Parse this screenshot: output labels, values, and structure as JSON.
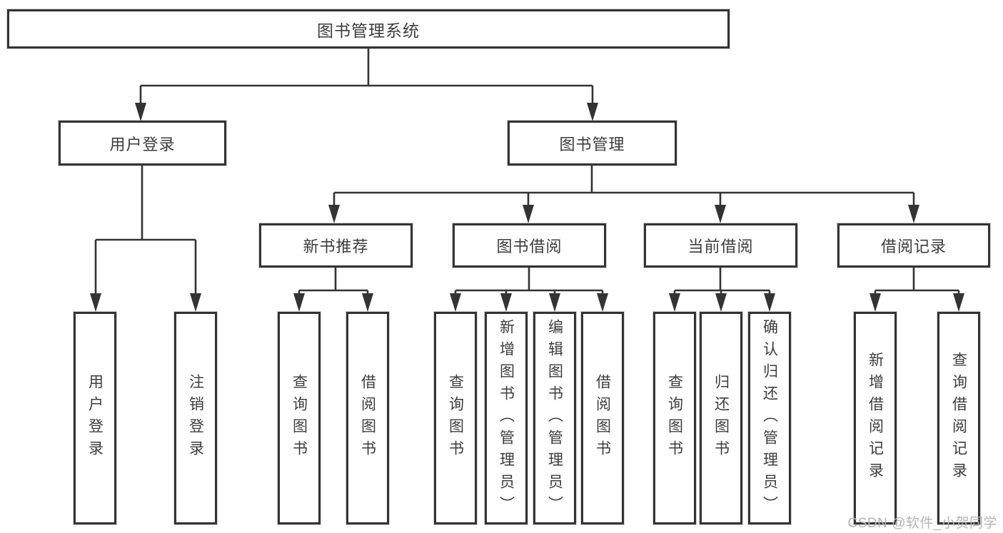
{
  "nodes": {
    "root": {
      "label": "图书管理系统"
    },
    "level2": [
      {
        "label": "用户登录"
      },
      {
        "label": "图书管理"
      }
    ],
    "level3": [
      {
        "label": "新书推荐"
      },
      {
        "label": "图书借阅"
      },
      {
        "label": "当前借阅"
      },
      {
        "label": "借阅记录"
      }
    ],
    "leaves": [
      {
        "label": "用户登录"
      },
      {
        "label": "注销登录"
      },
      {
        "label": "查询图书"
      },
      {
        "label": "借阅图书"
      },
      {
        "label": "查询图书"
      },
      {
        "label": "新增图书（管理员）"
      },
      {
        "label": "编辑图书（管理员）"
      },
      {
        "label": "借阅图书"
      },
      {
        "label": "查询图书"
      },
      {
        "label": "归还图书"
      },
      {
        "label": "确认归还（管理员）"
      },
      {
        "label": "新增借阅记录"
      },
      {
        "label": "查询借阅记录"
      }
    ]
  },
  "watermark": {
    "text": "CSDN @软件_小贺同学"
  },
  "colors": {
    "line": "#333333",
    "text": "#3d3d3d",
    "watermark": "#b5b5b5",
    "background": "#ffffff"
  }
}
